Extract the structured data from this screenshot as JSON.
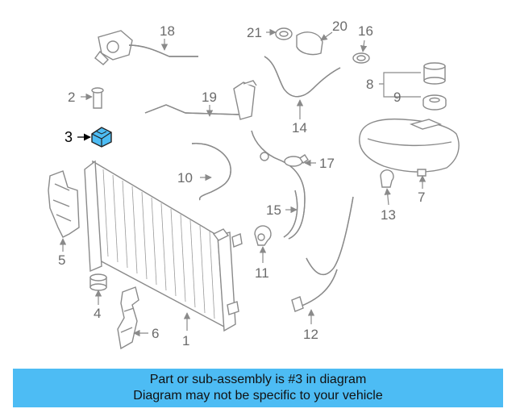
{
  "callouts": [
    "1",
    "2",
    "3",
    "4",
    "5",
    "6",
    "7",
    "8",
    "9",
    "10",
    "11",
    "12",
    "13",
    "14",
    "15",
    "16",
    "17",
    "18",
    "19",
    "20",
    "21"
  ],
  "highlight_color": "#4dbcf4",
  "banner": {
    "line1": "Part or sub-assembly is #3 in diagram",
    "line2": "Diagram may not be specific to your vehicle",
    "bg": "#4dbcf4"
  }
}
